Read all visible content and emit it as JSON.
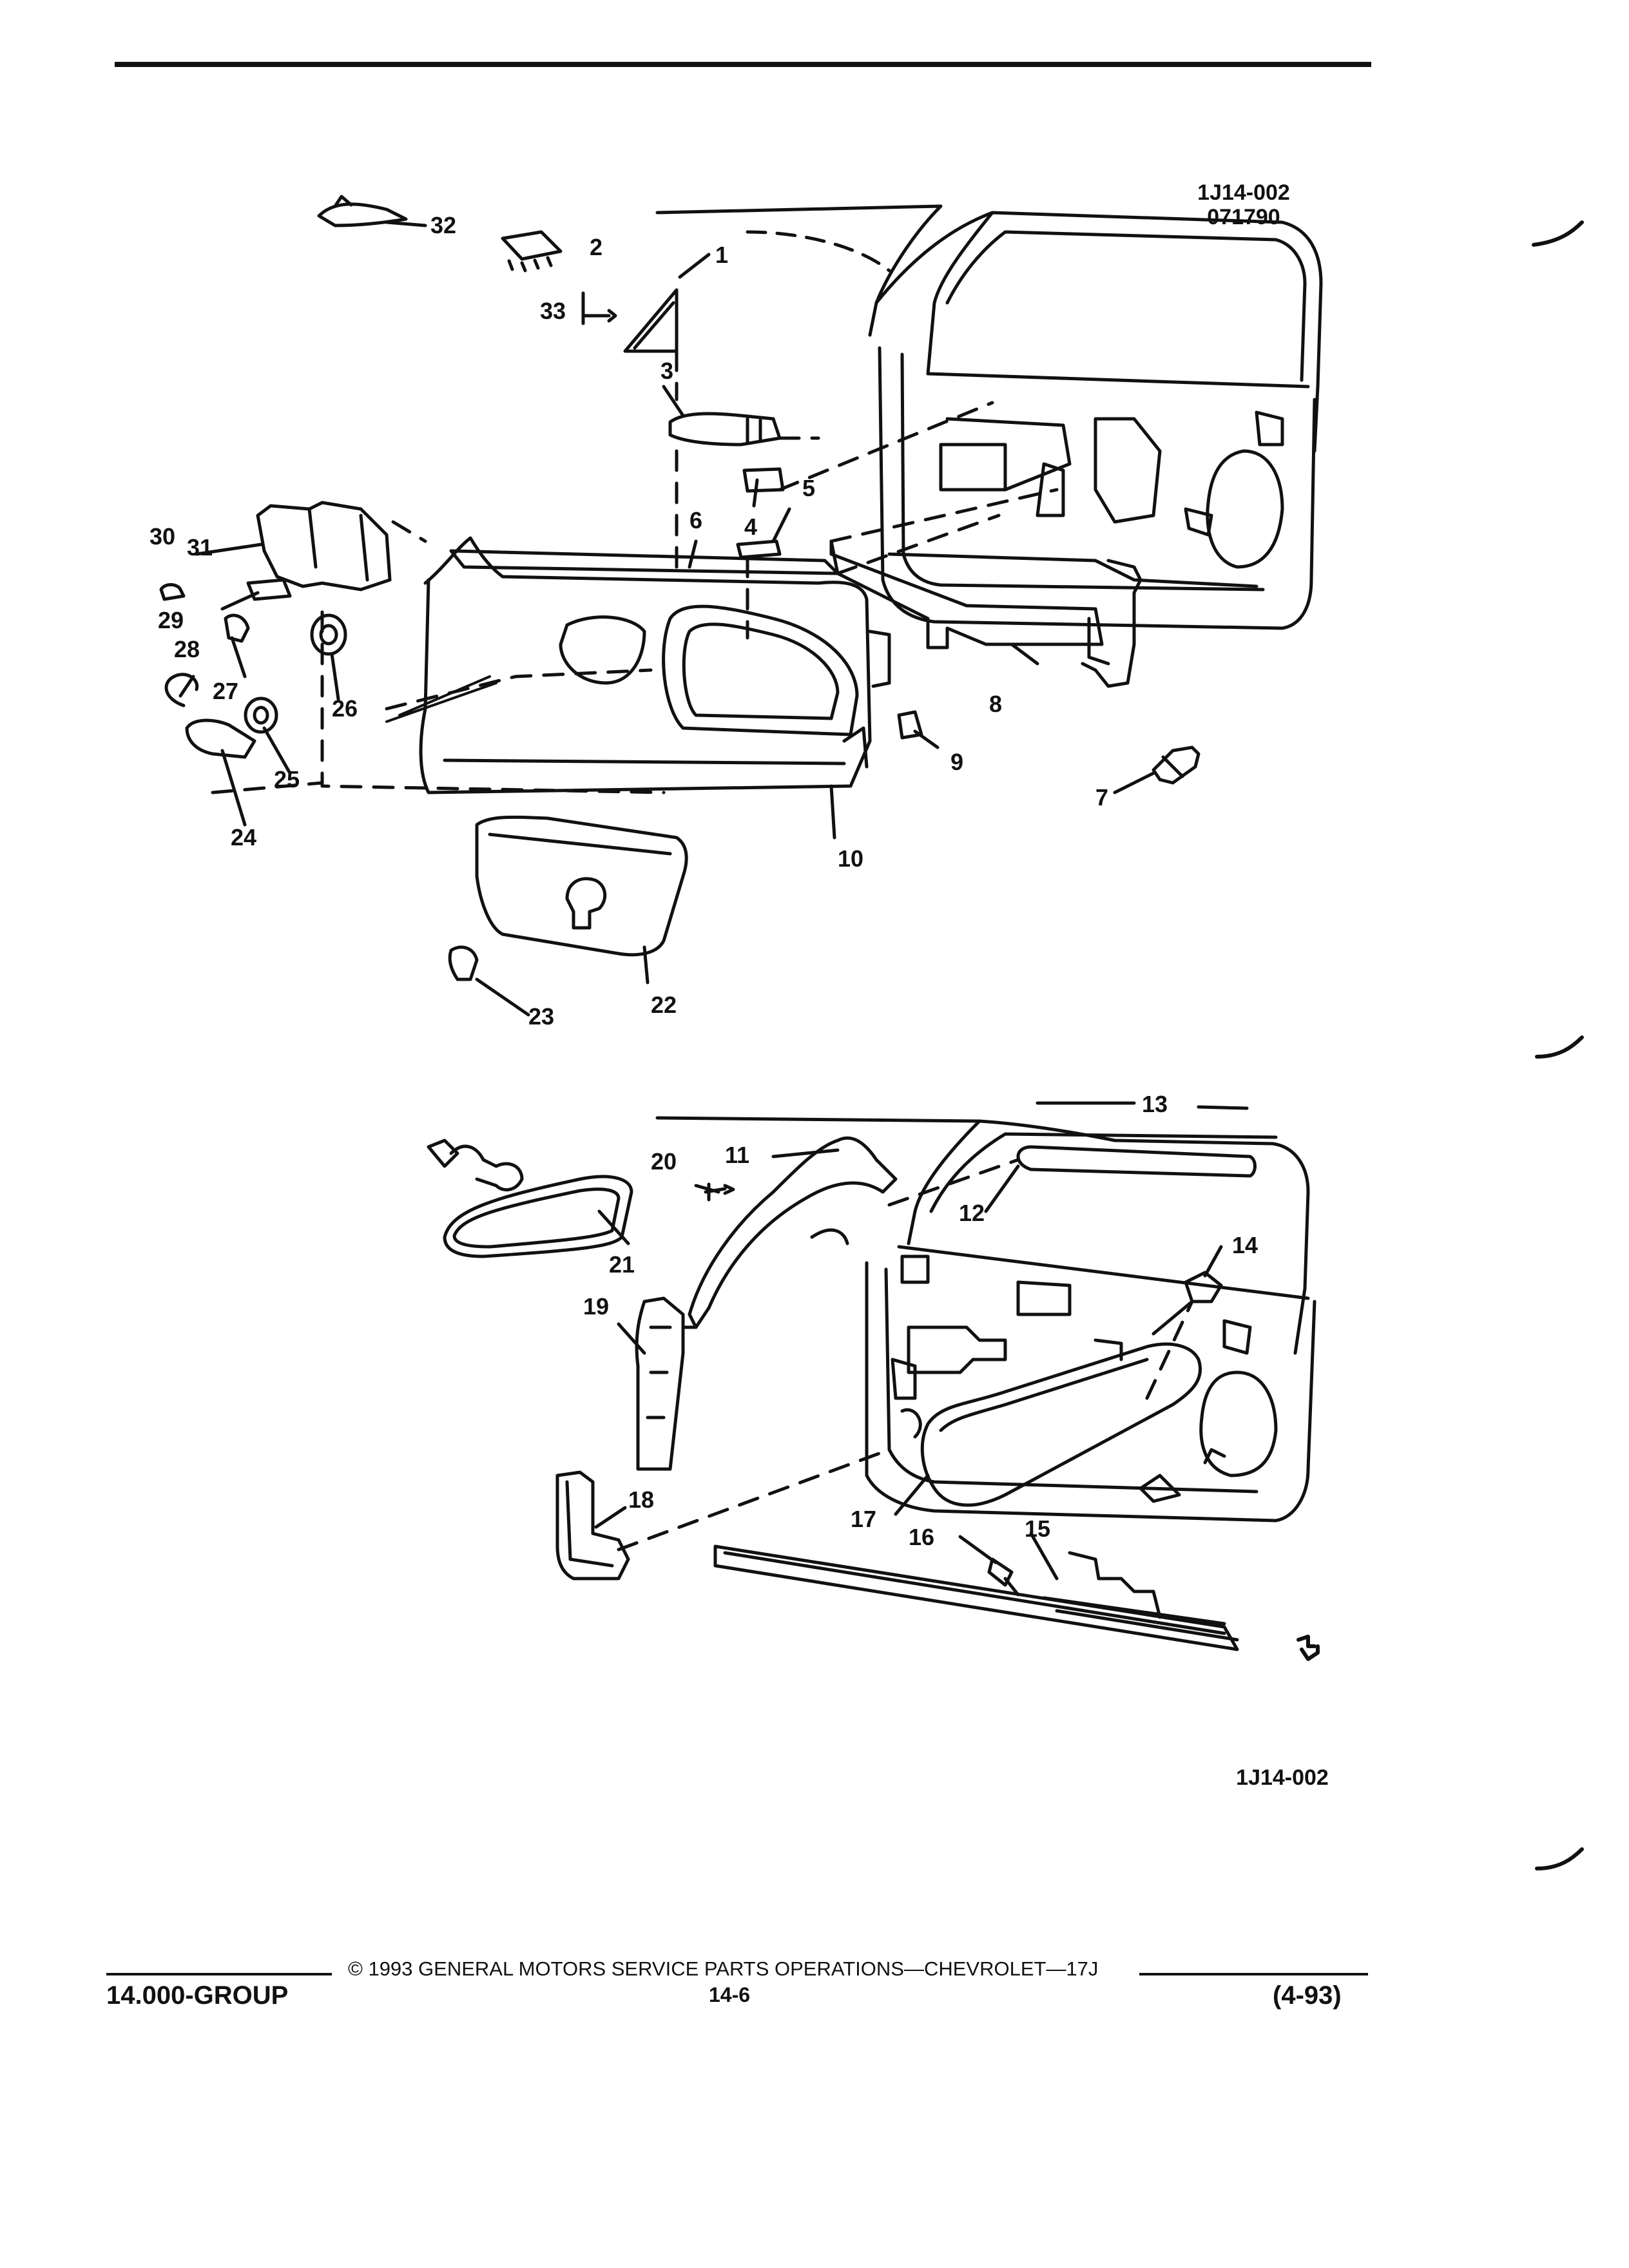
{
  "figure": {
    "id_top_line1": "1J14-002",
    "id_top_line2": "071790",
    "id_bottom": "1J14-002"
  },
  "callouts": {
    "upper": [
      "1",
      "2",
      "3",
      "4",
      "5",
      "6",
      "7",
      "8",
      "9",
      "10",
      "22",
      "23",
      "24",
      "25",
      "26",
      "27",
      "28",
      "29",
      "30",
      "31",
      "32",
      "33"
    ],
    "lower": [
      "11",
      "12",
      "13",
      "14",
      "15",
      "16",
      "17",
      "18",
      "19",
      "20",
      "21"
    ]
  },
  "footer": {
    "copyright": "© 1993 GENERAL MOTORS SERVICE PARTS OPERATIONS—CHEVROLET—17J",
    "group": "14.000-GROUP",
    "page_number": "14-6",
    "revision": "(4-93)"
  }
}
